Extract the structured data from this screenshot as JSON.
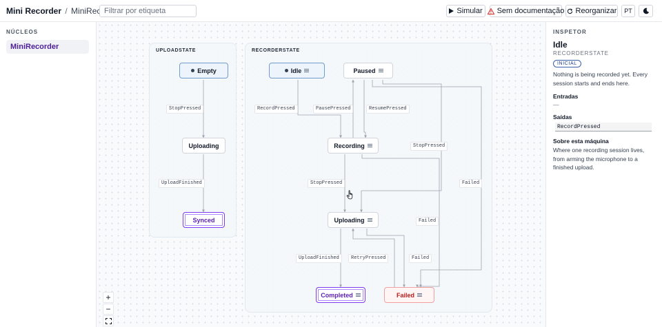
{
  "header": {
    "app_title": "Mini Recorder",
    "separator": "/",
    "machine_name": "MiniRecorder",
    "filter_placeholder": "Filtrar por etiqueta",
    "simulate_label": "Simular",
    "docs_label": "Sem documentação",
    "reorganize_label": "Reorganizar",
    "lang_label": "PT",
    "icons": {
      "simulate": "play-icon",
      "docs": "warning-icon",
      "reorganize": "refresh-icon",
      "theme": "moon-icon"
    }
  },
  "sidebar": {
    "title": "NÚCLEOS",
    "items": [
      {
        "label": "MiniRecorder",
        "selected": true
      }
    ]
  },
  "canvas": {
    "groups": [
      {
        "title": "UPLOADSTATE"
      },
      {
        "title": "RECORDERSTATE"
      }
    ],
    "upload_nodes": [
      {
        "label": "Empty",
        "kind": "initial"
      },
      {
        "label": "Uploading",
        "kind": "normal"
      },
      {
        "label": "Synced",
        "kind": "final"
      }
    ],
    "recorder_nodes": [
      {
        "label": "Idle",
        "kind": "initial"
      },
      {
        "label": "Paused",
        "kind": "normal"
      },
      {
        "label": "Recording",
        "kind": "normal"
      },
      {
        "label": "Uploading",
        "kind": "normal"
      },
      {
        "label": "Completed",
        "kind": "final"
      },
      {
        "label": "Failed",
        "kind": "error"
      }
    ],
    "edge_labels": [
      "StopPressed",
      "UploadFinished",
      "RecordPressed",
      "PausePressed",
      "ResumePressed",
      "StopPressed",
      "StopPressed",
      "Failed",
      "Failed",
      "UploadFinished",
      "RetryPressed",
      "Failed"
    ],
    "zoom_controls": [
      "+",
      "−",
      "fit"
    ]
  },
  "inspector": {
    "header": "INSPETOR",
    "state_name": "Idle",
    "parent": "RECORDERSTATE",
    "badge": "INICIAL",
    "description": "Nothing is being recorded yet. Every session starts and ends here.",
    "entries_label": "Entradas",
    "entries_value": "—",
    "exits_label": "Saídas",
    "exits_value": "RecordPressed",
    "about_label": "Sobre esta máquina",
    "about_text": "Where one recording session lives, from arming the microphone to a finished upload."
  },
  "colors": {
    "accent": "#4c1d95",
    "initial_border": "#6f9ccc",
    "final_border": "#7c3aed",
    "error_border": "#f0a0a0",
    "warning": "#dc2626"
  }
}
